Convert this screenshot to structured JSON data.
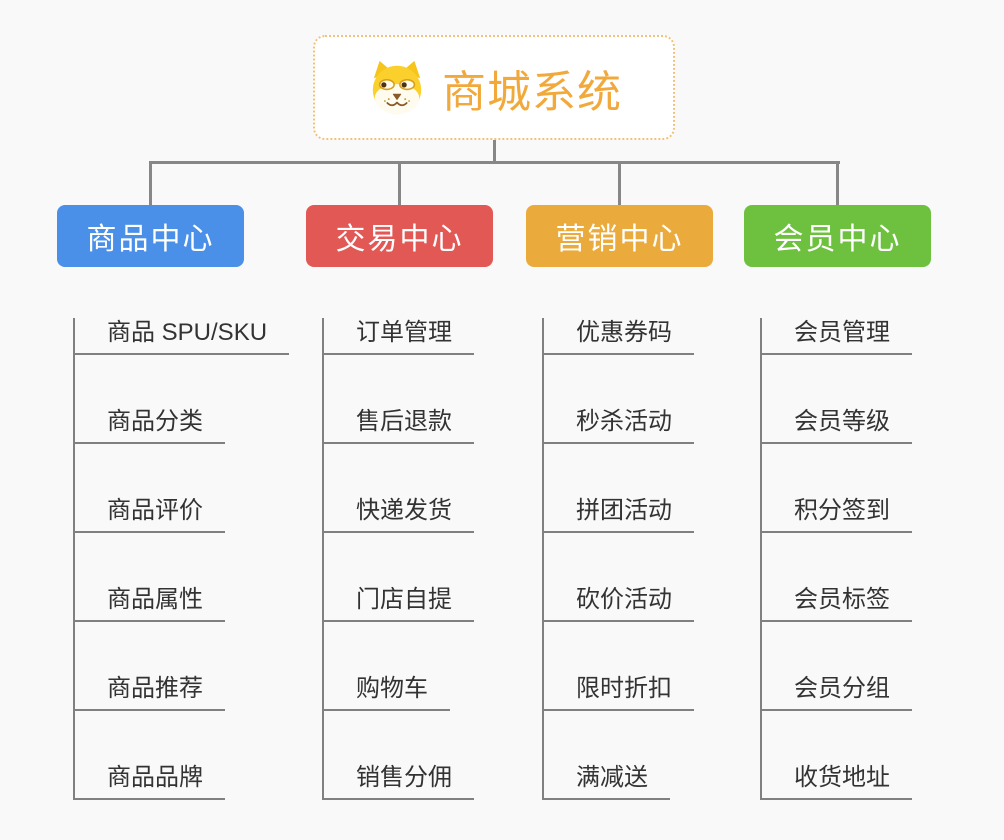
{
  "root": {
    "title": "商城系统",
    "icon": "shiba-dog-face"
  },
  "branches": [
    {
      "label": "商品中心",
      "color": "#4A90E8",
      "items": [
        "商品 SPU/SKU",
        "商品分类",
        "商品评价",
        "商品属性",
        "商品推荐",
        "商品品牌"
      ]
    },
    {
      "label": "交易中心",
      "color": "#E25854",
      "items": [
        "订单管理",
        "售后退款",
        "快递发货",
        "门店自提",
        "购物车",
        "销售分佣"
      ]
    },
    {
      "label": "营销中心",
      "color": "#EBAB3C",
      "items": [
        "优惠券码",
        "秒杀活动",
        "拼团活动",
        "砍价活动",
        "限时折扣",
        "满减送"
      ]
    },
    {
      "label": "会员中心",
      "color": "#6EC13F",
      "items": [
        "会员管理",
        "会员等级",
        "积分签到",
        "会员标签",
        "会员分组",
        "收货地址"
      ]
    }
  ],
  "colors": {
    "background": "#f9f9f9",
    "connector": "#878787",
    "tree_line": "#808080",
    "text": "#333333",
    "root_text": "#F2A93C",
    "root_border": "#F2C27A"
  }
}
